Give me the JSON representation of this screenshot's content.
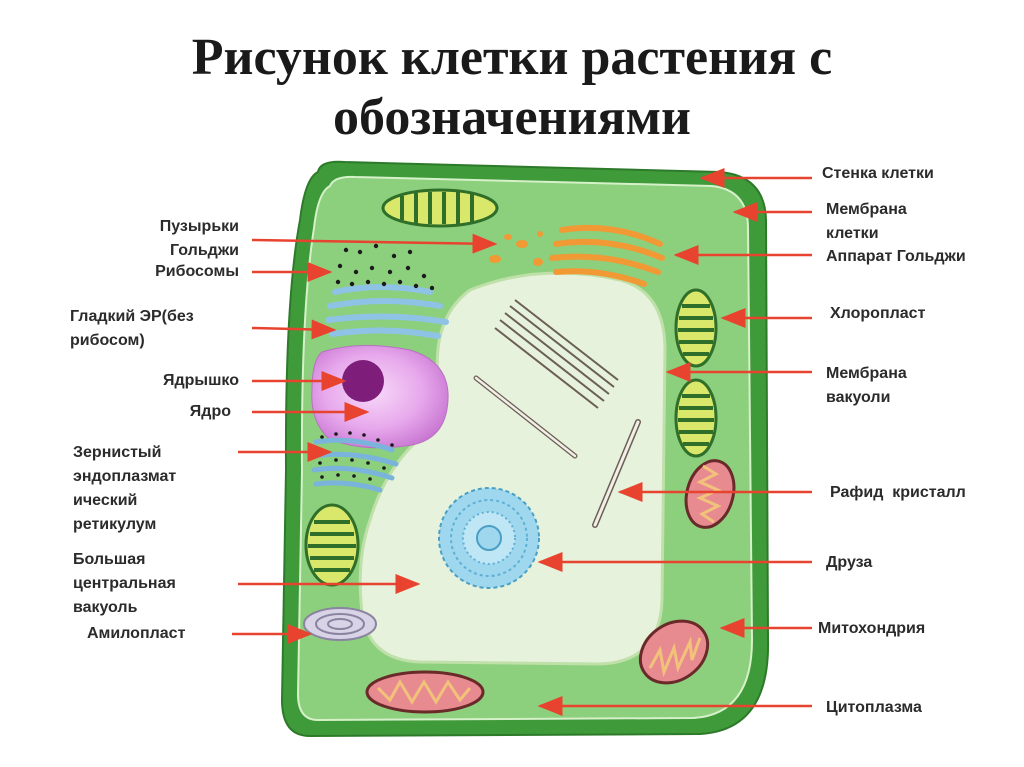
{
  "title_line1": "Рисунок клетки растения с",
  "title_line2": "обозначениями",
  "labels": {
    "golgi_vesicles": [
      "Пузырьки",
      "Гольджи"
    ],
    "ribosomes": "Рибосомы",
    "smooth_er": [
      "Гладкий ЭР(без",
      "рибосом)"
    ],
    "nucleolus": "Ядрышко",
    "nucleus": "Ядро",
    "rough_er": [
      "Зернистый",
      "эндоплазмат",
      "ический",
      "ретикулум"
    ],
    "central_vacuole": [
      "Большая",
      "центральная",
      "вакуоль"
    ],
    "amyloplast": "Амилопласт",
    "cell_wall": "Стенка клетки",
    "cell_membrane": [
      "Мембрана",
      "клетки"
    ],
    "golgi_apparatus": "Аппарат Гольджи",
    "chloroplast": "Хлоропласт",
    "vacuole_membrane": [
      "Мембрана",
      "вакуоли"
    ],
    "raphide": "Рафид  кристалл",
    "druse": "Друза",
    "mitochondrion": "Митохондрия",
    "cytoplasm": "Цитоплазма"
  },
  "colors": {
    "arrow": "#e8432e",
    "cell_wall": "#3f9a3a",
    "cytoplasm": "#8ccf7d",
    "vacuole": "#e6f2dc",
    "nucleus": "#e8a6ec",
    "nucleolus": "#7e1e7a",
    "golgi": "#f19a35",
    "er": "#8fc3e6",
    "mitochondrion": "#e78b91"
  }
}
